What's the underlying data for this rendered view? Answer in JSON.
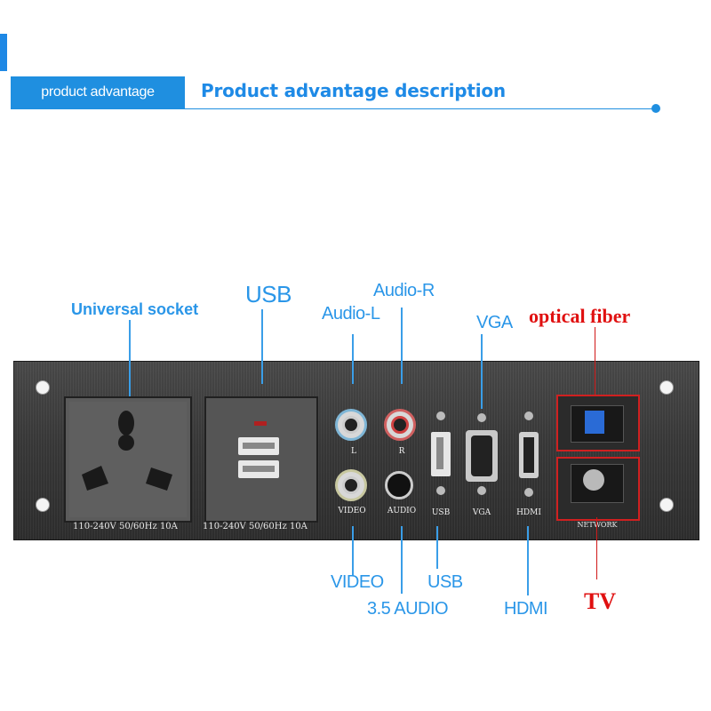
{
  "header": {
    "box_label": "product advantage description",
    "title": "Product advantage description",
    "accent_color": "#1f8fe0"
  },
  "panel": {
    "socket_spec": "110-240V 50/60Hz 10A",
    "usb_spec": "110-240V 50/60Hz 10A",
    "jack_labels": {
      "l": "L",
      "r": "R",
      "video": "VIDEO",
      "audio": "AUDIO",
      "usb": "USB",
      "vga": "VGA",
      "hdmi": "HDMI",
      "network": "NETWORK"
    }
  },
  "callouts": {
    "universal_socket": "Universal socket",
    "usb_top": "USB",
    "audio_l": "Audio-L",
    "audio_r": "Audio-R",
    "vga": "VGA",
    "optical_fiber": "optical fiber",
    "video": "VIDEO",
    "audio_35": "3.5 AUDIO",
    "usb_bottom": "USB",
    "hdmi": "HDMI",
    "tv": "TV"
  },
  "colors": {
    "callout_blue": "#2a96e8",
    "callout_red": "#e01010",
    "panel": "#3a3a3a"
  }
}
